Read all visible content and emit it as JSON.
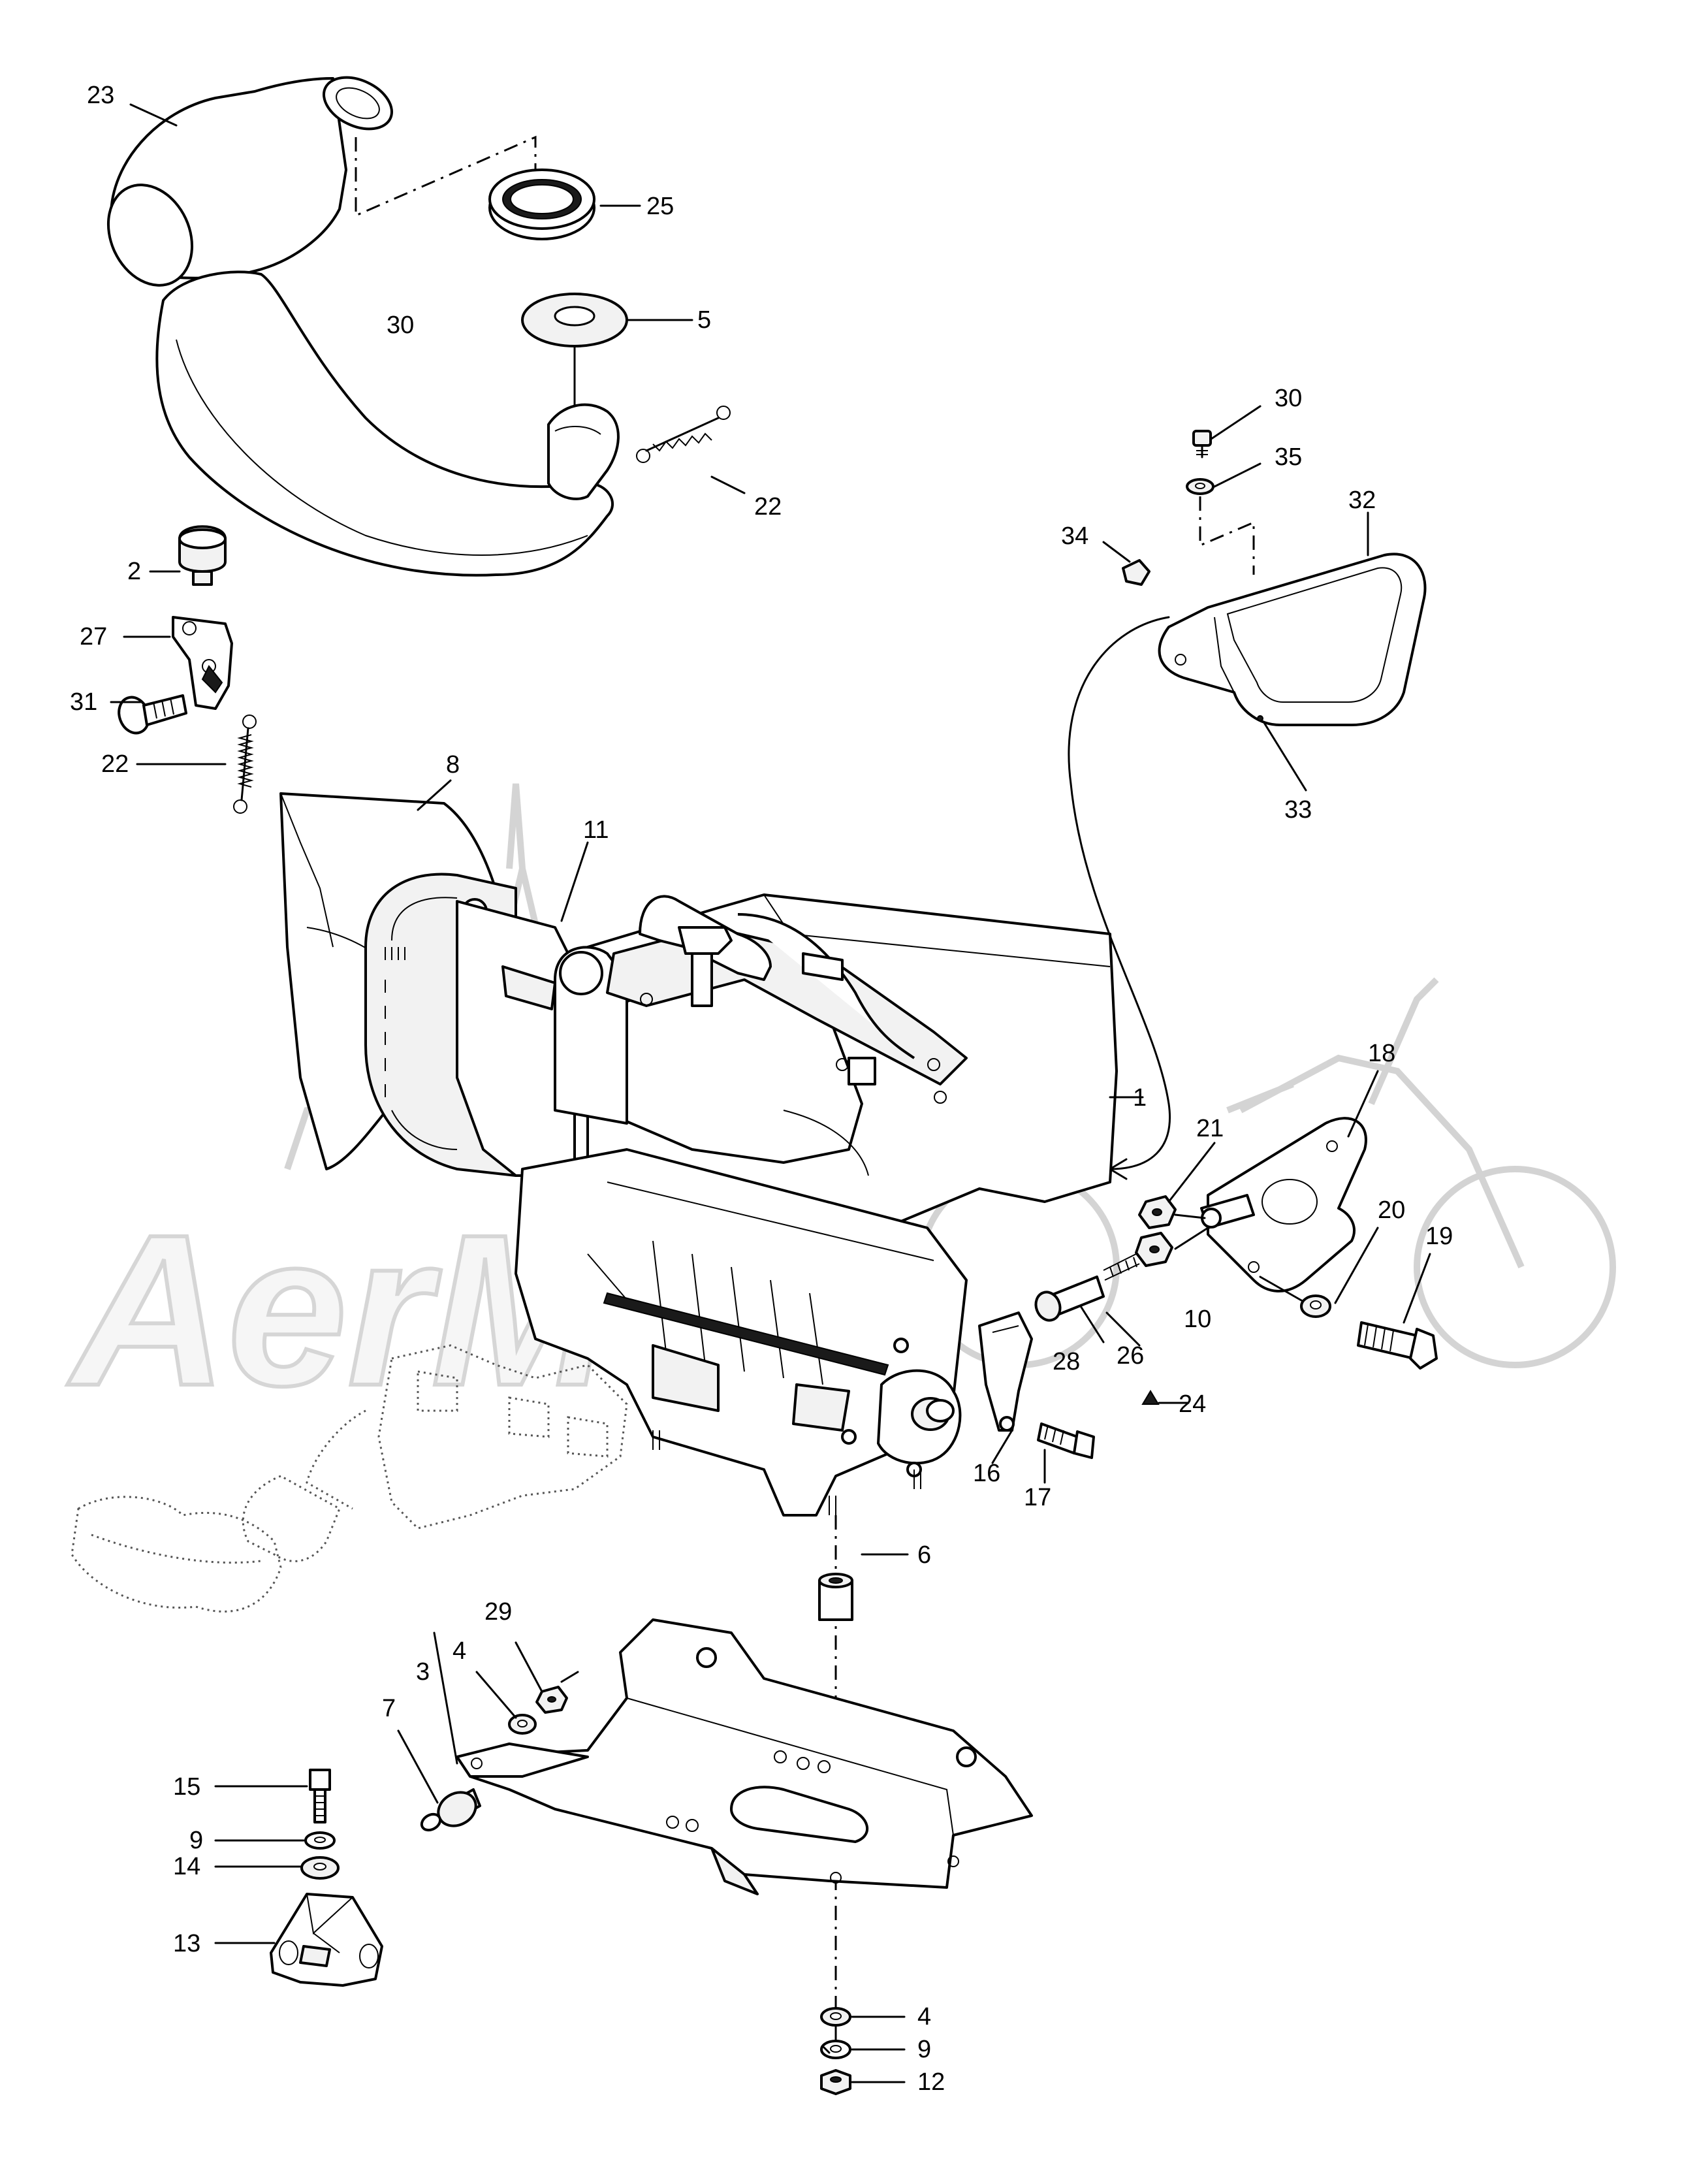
{
  "diagram": {
    "watermark_text": "AerMoto",
    "callouts": [
      {
        "id": "c23",
        "label": "23"
      },
      {
        "id": "c25",
        "label": "25"
      },
      {
        "id": "c30a",
        "label": "30"
      },
      {
        "id": "c5",
        "label": "5"
      },
      {
        "id": "c22a",
        "label": "22"
      },
      {
        "id": "c30b",
        "label": "30"
      },
      {
        "id": "c35",
        "label": "35"
      },
      {
        "id": "c32",
        "label": "32"
      },
      {
        "id": "c34",
        "label": "34"
      },
      {
        "id": "c33",
        "label": "33"
      },
      {
        "id": "c2",
        "label": "2"
      },
      {
        "id": "c27",
        "label": "27"
      },
      {
        "id": "c31",
        "label": "31"
      },
      {
        "id": "c22b",
        "label": "22"
      },
      {
        "id": "c8",
        "label": "8"
      },
      {
        "id": "c11",
        "label": "11"
      },
      {
        "id": "c1",
        "label": "1"
      },
      {
        "id": "c18",
        "label": "18"
      },
      {
        "id": "c21",
        "label": "21"
      },
      {
        "id": "c20",
        "label": "20"
      },
      {
        "id": "c19",
        "label": "19"
      },
      {
        "id": "c10",
        "label": "10"
      },
      {
        "id": "c28",
        "label": "28"
      },
      {
        "id": "c26",
        "label": "26"
      },
      {
        "id": "c24",
        "label": "24"
      },
      {
        "id": "c16",
        "label": "16"
      },
      {
        "id": "c17",
        "label": "17"
      },
      {
        "id": "c6",
        "label": "6"
      },
      {
        "id": "c29",
        "label": "29"
      },
      {
        "id": "c4a",
        "label": "4"
      },
      {
        "id": "c3",
        "label": "3"
      },
      {
        "id": "c7",
        "label": "7"
      },
      {
        "id": "c15",
        "label": "15"
      },
      {
        "id": "c9a",
        "label": "9"
      },
      {
        "id": "c14",
        "label": "14"
      },
      {
        "id": "c13",
        "label": "13"
      },
      {
        "id": "c4b",
        "label": "4"
      },
      {
        "id": "c9b",
        "label": "9"
      },
      {
        "id": "c12",
        "label": "12"
      }
    ]
  }
}
